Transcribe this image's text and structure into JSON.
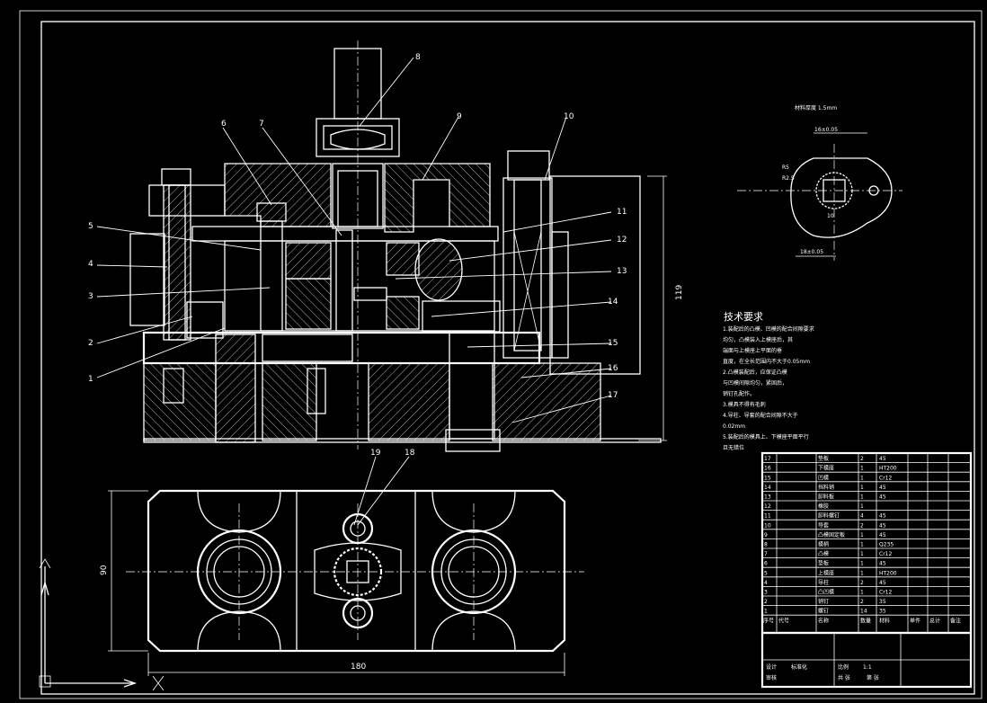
{
  "part_numbers": [
    "1",
    "2",
    "3",
    "4",
    "5",
    "6",
    "7",
    "8",
    "9",
    "10",
    "11",
    "12",
    "13",
    "14",
    "15",
    "16",
    "17",
    "18",
    "19"
  ],
  "dims": {
    "overall_height": "119",
    "plan_width": "180",
    "plan_height": "90",
    "thickness_note": "材料厚度 1.5mm",
    "part_d1": "16±0.05",
    "part_d2": "R5",
    "part_d3": "10",
    "part_d4": "18±0.05",
    "part_d5": "R2.5"
  },
  "tech": {
    "title": "技术要求",
    "lines": [
      "1.装配后的凸模、凹模的配合间隙要求",
      "  均匀，凸模装入上模座后，其",
      "  端面与上模座上平面的垂",
      "  直度，在全长范围内不大于0.05mm",
      "2.凸模装配后，应保证凸模",
      "  与凹模间隙均匀，紧固后，",
      "  销钉孔配作。",
      "3.模具不得有毛刺",
      "4.导柱、导套的配合间隙不大于",
      "  0.02mm",
      "5.装配后的模具上、下模座平面平行",
      "  且无错位"
    ]
  },
  "bom": {
    "header": [
      "序号",
      "代号",
      "名称",
      "数量",
      "材料",
      "单件",
      "总计",
      "备注"
    ],
    "rows": [
      [
        "17",
        "",
        "垫板",
        "2",
        "45"
      ],
      [
        "16",
        "",
        "下模座",
        "1",
        "HT200"
      ],
      [
        "15",
        "",
        "凹模",
        "1",
        "Cr12"
      ],
      [
        "14",
        "",
        "挡料销",
        "1",
        "45"
      ],
      [
        "13",
        "",
        "卸料板",
        "1",
        "45"
      ],
      [
        "12",
        "",
        "橡胶",
        "1",
        ""
      ],
      [
        "11",
        "",
        "卸料螺钉",
        "4",
        "45"
      ],
      [
        "10",
        "",
        "导套",
        "2",
        "45"
      ],
      [
        "9",
        "",
        "凸模固定板",
        "1",
        "45"
      ],
      [
        "8",
        "",
        "模柄",
        "1",
        "Q235"
      ],
      [
        "7",
        "",
        "凸模",
        "1",
        "Cr12"
      ],
      [
        "6",
        "",
        "垫板",
        "1",
        "45"
      ],
      [
        "5",
        "",
        "上模座",
        "1",
        "HT200"
      ],
      [
        "4",
        "",
        "导柱",
        "2",
        "45"
      ],
      [
        "3",
        "",
        "凸凹模",
        "1",
        "Cr12"
      ],
      [
        "2",
        "",
        "销钉",
        "2",
        "35"
      ],
      [
        "1",
        "",
        "螺钉",
        "14",
        "35"
      ]
    ],
    "title_block": [
      "设计",
      "审核",
      "标准化",
      "比例",
      "1:1",
      "共 张",
      "第 张"
    ]
  }
}
